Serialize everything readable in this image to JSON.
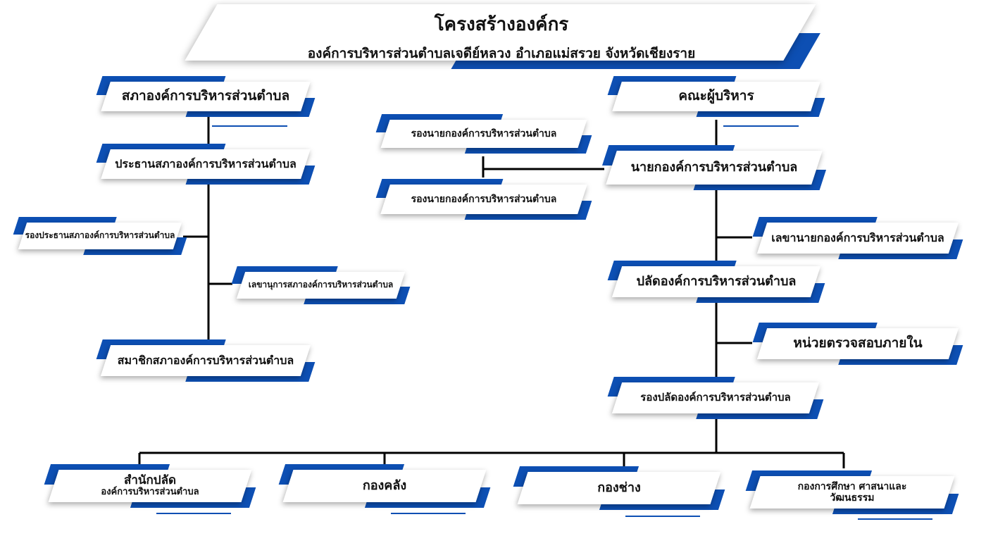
{
  "title": {
    "line1": "โครงสร้างองค์กร",
    "line2": "องค์การบริหารส่วนตำบลเจดีย์หลวง อำเภอแม่สรวย จังหวัดเชียงราย"
  },
  "council": {
    "head": "สภาองค์การบริหารส่วนตำบล",
    "chair": "ประธานสภาองค์การบริหารส่วนตำบล",
    "vice_chair": "รองประธานสภาองค์การบริหารส่วนตำบล",
    "secretary": "เลขานุการสภาองค์การบริหารส่วนตำบล",
    "members": "สมาชิกสภาองค์การบริหารส่วนตำบล"
  },
  "executive": {
    "head": "คณะผู้บริหาร",
    "deputy_1": "รองนายกองค์การบริหารส่วนตำบล",
    "deputy_2": "รองนายกองค์การบริหารส่วนตำบล",
    "mayor": "นายกองค์การบริหารส่วนตำบล",
    "mayor_secretary": "เลขานายกองค์การบริหารส่วนตำบล",
    "permanent_secretary": "ปลัดองค์การบริหารส่วนตำบล",
    "internal_audit": "หน่วยตรวจสอบภายใน",
    "deputy_permanent_secretary": "รองปลัดองค์การบริหารส่วนตำบล"
  },
  "divisions": {
    "office_line1": "สำนักปลัด",
    "office_line2": "องค์การบริหารส่วนตำบล",
    "finance": "กองคลัง",
    "engineering": "กองช่าง",
    "education_line1": "กองการศึกษา ศาสนาและ",
    "education_line2": "วัฒนธรรม"
  }
}
